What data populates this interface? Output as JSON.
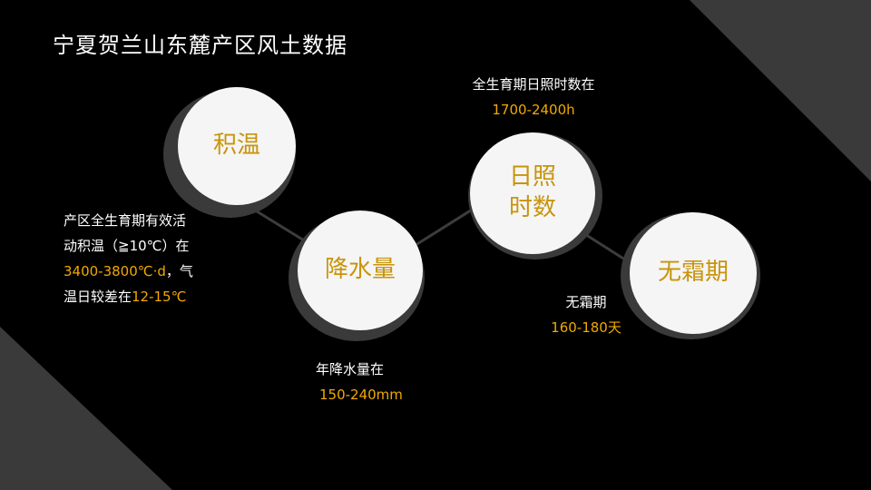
{
  "title": "宁夏贺兰山东麓产区风土数据",
  "colors": {
    "accent": "#f2a900",
    "circle": "#f5f5f5",
    "node_text": "#c8940a",
    "corner": "#3a3a3a"
  },
  "nodes": {
    "accumulated_temp": "积温",
    "precipitation": "降水量",
    "sunshine_line1": "日照",
    "sunshine_line2": "时数",
    "frost_free": "无霜期"
  },
  "descriptions": {
    "accumulated_temp": {
      "line1": "产区全生育期有效活",
      "line2": "动积温（≧10℃）在",
      "value": "3400-3800℃·d",
      "line3_suffix": "，气",
      "line4_prefix": "温日较差在",
      "range": "12-15℃"
    },
    "precipitation": {
      "label": "年降水量在",
      "value": "150-240mm"
    },
    "sunshine": {
      "label": "全生育期日照时数在",
      "value": "1700-2400h"
    },
    "frost_free": {
      "label": "无霜期",
      "value": "160-180天"
    }
  }
}
